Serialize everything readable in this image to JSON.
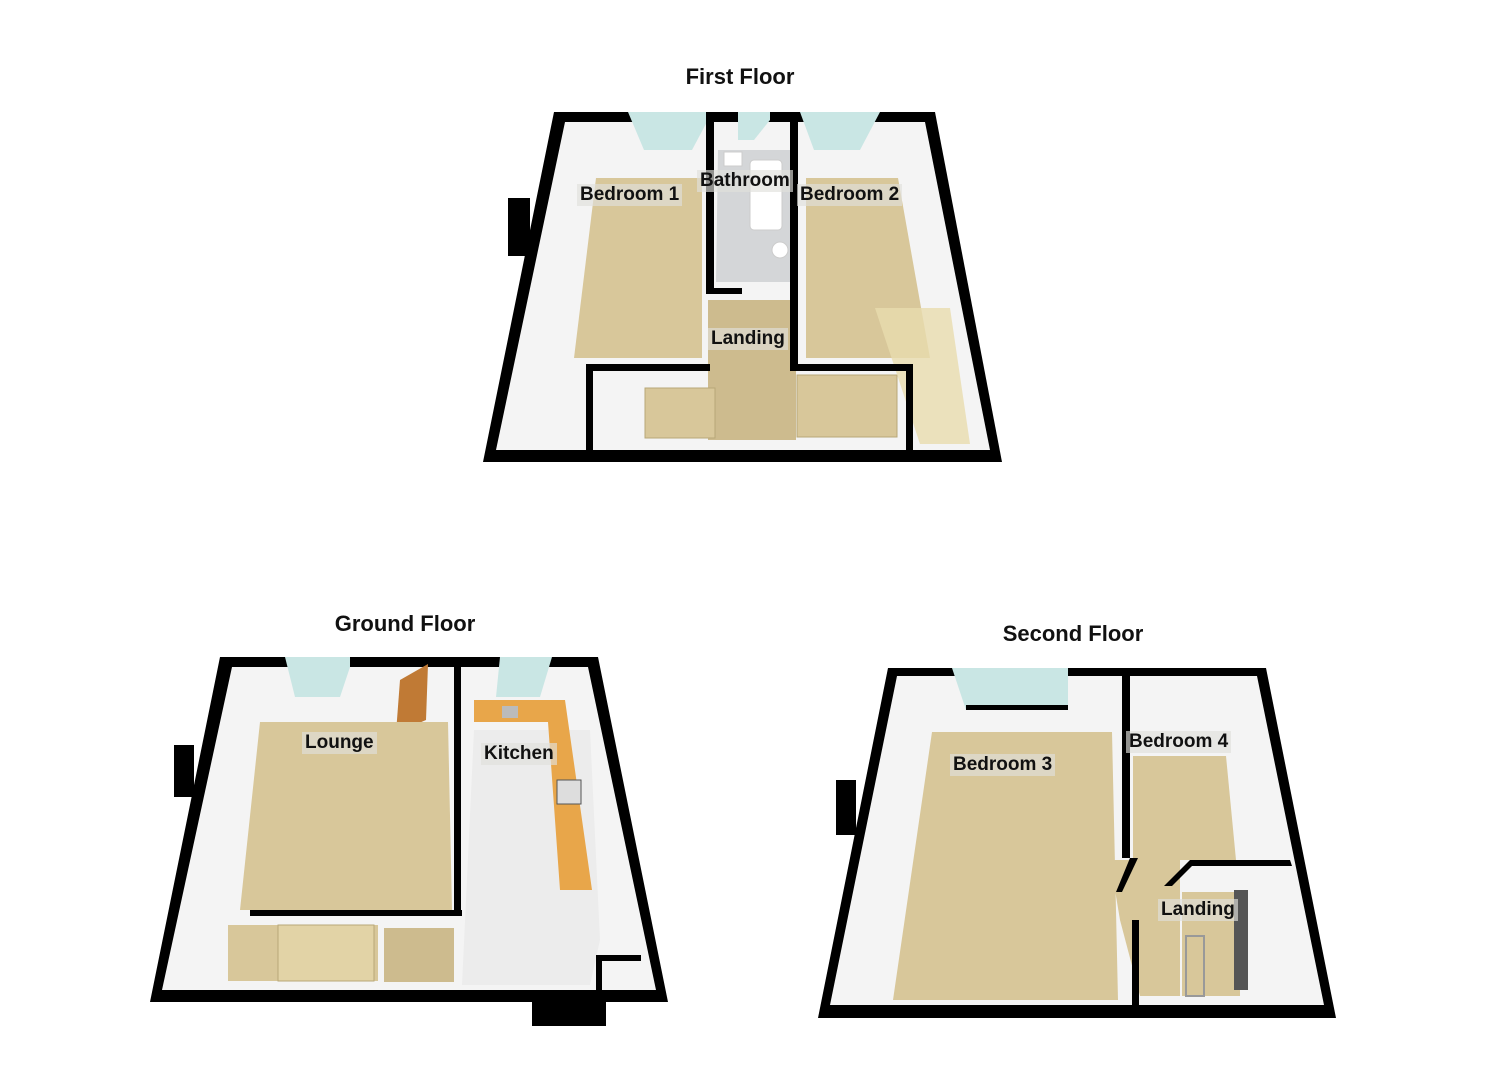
{
  "floors": {
    "first": {
      "title": "First Floor",
      "rooms": [
        "Bedroom 1",
        "Bathroom",
        "Bedroom 2",
        "Landing"
      ]
    },
    "ground": {
      "title": "Ground Floor",
      "rooms": [
        "Lounge",
        "Kitchen"
      ]
    },
    "second": {
      "title": "Second Floor",
      "rooms": [
        "Bedroom 3",
        "Bedroom 4",
        "Landing"
      ]
    }
  },
  "colors": {
    "wall": "#000000",
    "carpet": "#d8c79a",
    "inner_wall": "#f2f2f2",
    "window": "#c9e6e4",
    "tile_floor": "#e8e8e8",
    "worktop": "#e8a64a",
    "bathroom_tile": "#d4d6d8"
  }
}
